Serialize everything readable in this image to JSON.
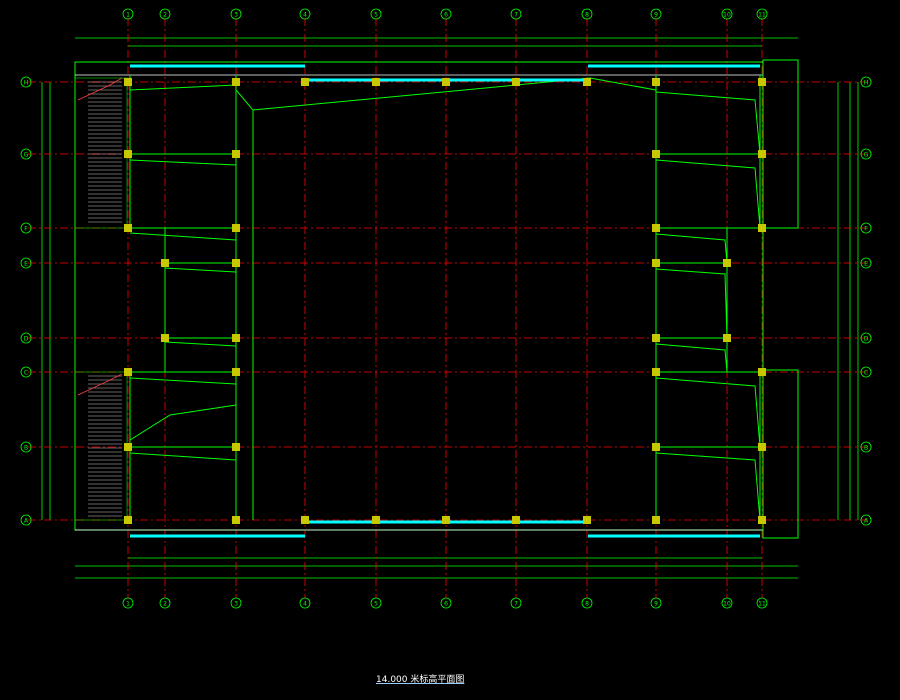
{
  "drawing": {
    "title": "14.000 米标高平面图",
    "col_labels": [
      "1",
      "2",
      "3",
      "4",
      "5",
      "6",
      "7",
      "8",
      "9",
      "10",
      "11"
    ],
    "row_labels": [
      "H",
      "G",
      "F",
      "E",
      "D",
      "C",
      "B",
      "A"
    ],
    "colors": {
      "background": "#000000",
      "axis": "#ff0000",
      "wall": "#00ff00",
      "column": "#c8c800",
      "glazing": "#00ffff",
      "text": "#ffffff",
      "stair": "#ff4040"
    }
  }
}
